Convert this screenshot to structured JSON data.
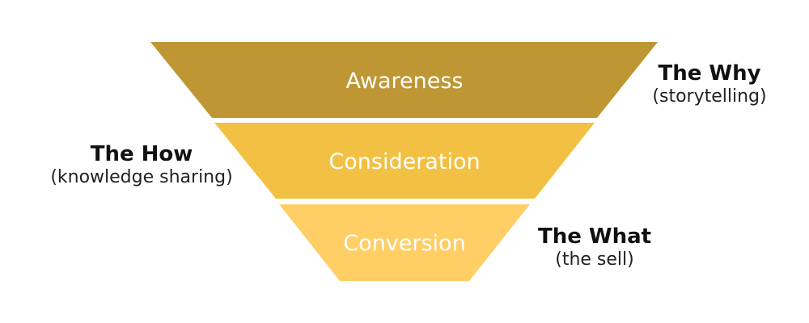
{
  "funnel": {
    "stages": [
      {
        "label": "Awareness",
        "color": "#BE9634"
      },
      {
        "label": "Consideration",
        "color": "#F2C143"
      },
      {
        "label": "Conversion",
        "color": "#FFCF66"
      }
    ]
  },
  "notes": {
    "why": {
      "title": "The Why",
      "subtitle": "(storytelling)"
    },
    "how": {
      "title": "The How",
      "subtitle": "(knowledge sharing)"
    },
    "what": {
      "title": "The What",
      "subtitle": "(the sell)"
    }
  }
}
